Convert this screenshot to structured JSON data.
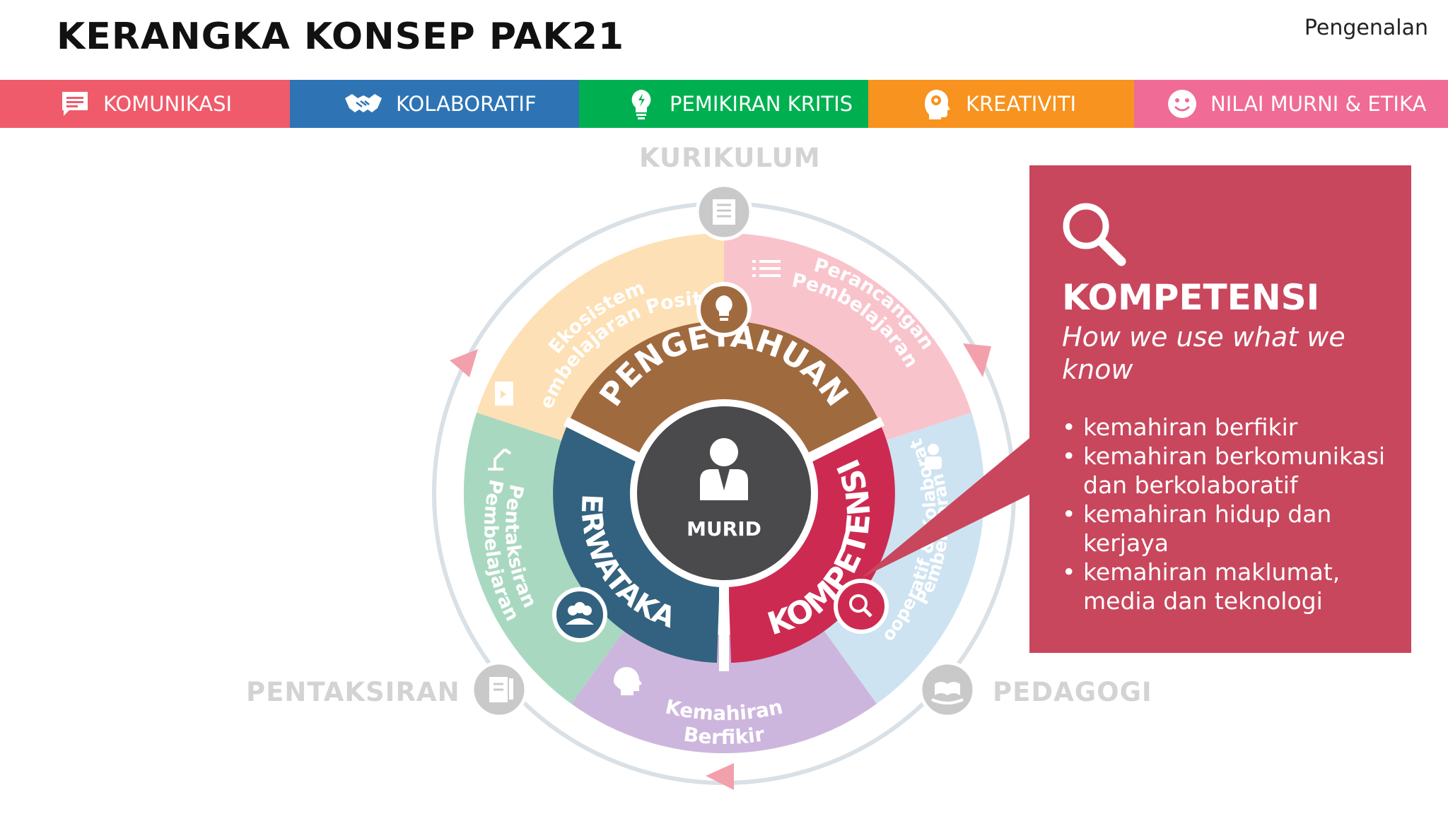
{
  "header": {
    "title": "KERANGKA KONSEP PAK21",
    "section": "Pengenalan"
  },
  "tabs": [
    {
      "label": "KOMUNIKASI",
      "color": "#ef5b6a",
      "icon": "speech-bubble-icon"
    },
    {
      "label": "KOLABORATIF",
      "color": "#2e74b5",
      "icon": "handshake-icon"
    },
    {
      "label": "PEMIKIRAN KRITIS",
      "color": "#00b050",
      "icon": "lightbulb-icon"
    },
    {
      "label": "KREATIVITI",
      "color": "#f7931e",
      "icon": "head-gear-icon"
    },
    {
      "label": "NILAI MURNI & ETIKA",
      "color": "#f06b95",
      "icon": "smiley-icon"
    }
  ],
  "diagram": {
    "outer_labels": {
      "top": "KURIKULUM",
      "left": "PENTAKSIRAN",
      "right": "PEDAGOGI"
    },
    "outer_ring": [
      {
        "label_lines": [
          "Ekosistem",
          "Pembelajaran Positif"
        ],
        "color": "#fde0b5"
      },
      {
        "label_lines": [
          "Perancangan",
          "Pembelajaran"
        ],
        "color": "#f9c3cc"
      },
      {
        "label_lines": [
          "Pembelajaran",
          "Kooperatif & Kolaboratif"
        ],
        "color": "#cde3f1"
      },
      {
        "label_lines": [
          "Kemahiran",
          "Berfikir"
        ],
        "color": "#cdb6dd"
      },
      {
        "label_lines": [
          "Pentaksiran",
          "Pembelajaran"
        ],
        "color": "#a9d8c0"
      }
    ],
    "inner_ring": [
      {
        "label": "PENGETAHUAN",
        "color": "#a06a3f"
      },
      {
        "label": "KOMPETENSI",
        "color": "#cd2a52"
      },
      {
        "label": "PERWATAKAN",
        "color": "#32627f"
      }
    ],
    "center_label": "MURID",
    "center_color": "#4a4a4c"
  },
  "panel": {
    "title": "KOMPETENSI",
    "subtitle": "How we use what we know",
    "bullets": [
      "kemahiran berfikir",
      "kemahiran berkomunikasi dan berkolaboratif",
      "kemahiran hidup dan kerjaya",
      "kemahiran maklumat, media dan teknologi"
    ],
    "color": "#c8475d"
  }
}
